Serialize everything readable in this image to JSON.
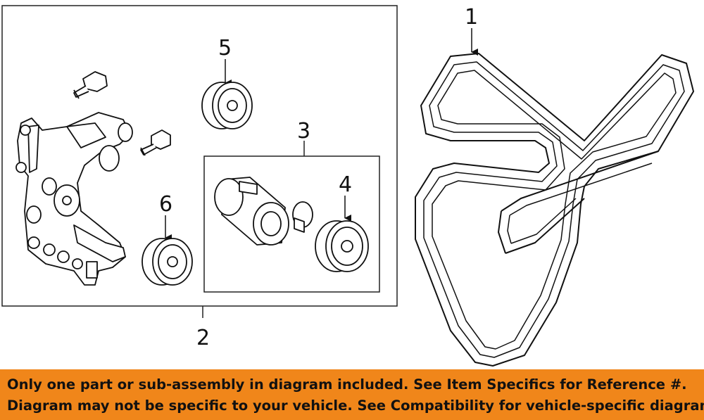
{
  "callouts": {
    "belt": "1",
    "bracket_assembly": "2",
    "tensioner": "3",
    "tensioner_pulley": "4",
    "idler_pulley_upper": "5",
    "idler_pulley_lower": "6"
  },
  "banner": {
    "line1": "Only one part or sub-assembly in diagram included. See Item Specifics for Reference #.",
    "line2": "Diagram may not be specific to your vehicle. See Compatibility for vehicle-specific diagrams."
  },
  "colors": {
    "banner_background": "#f0861a",
    "line_art": "#111111"
  }
}
